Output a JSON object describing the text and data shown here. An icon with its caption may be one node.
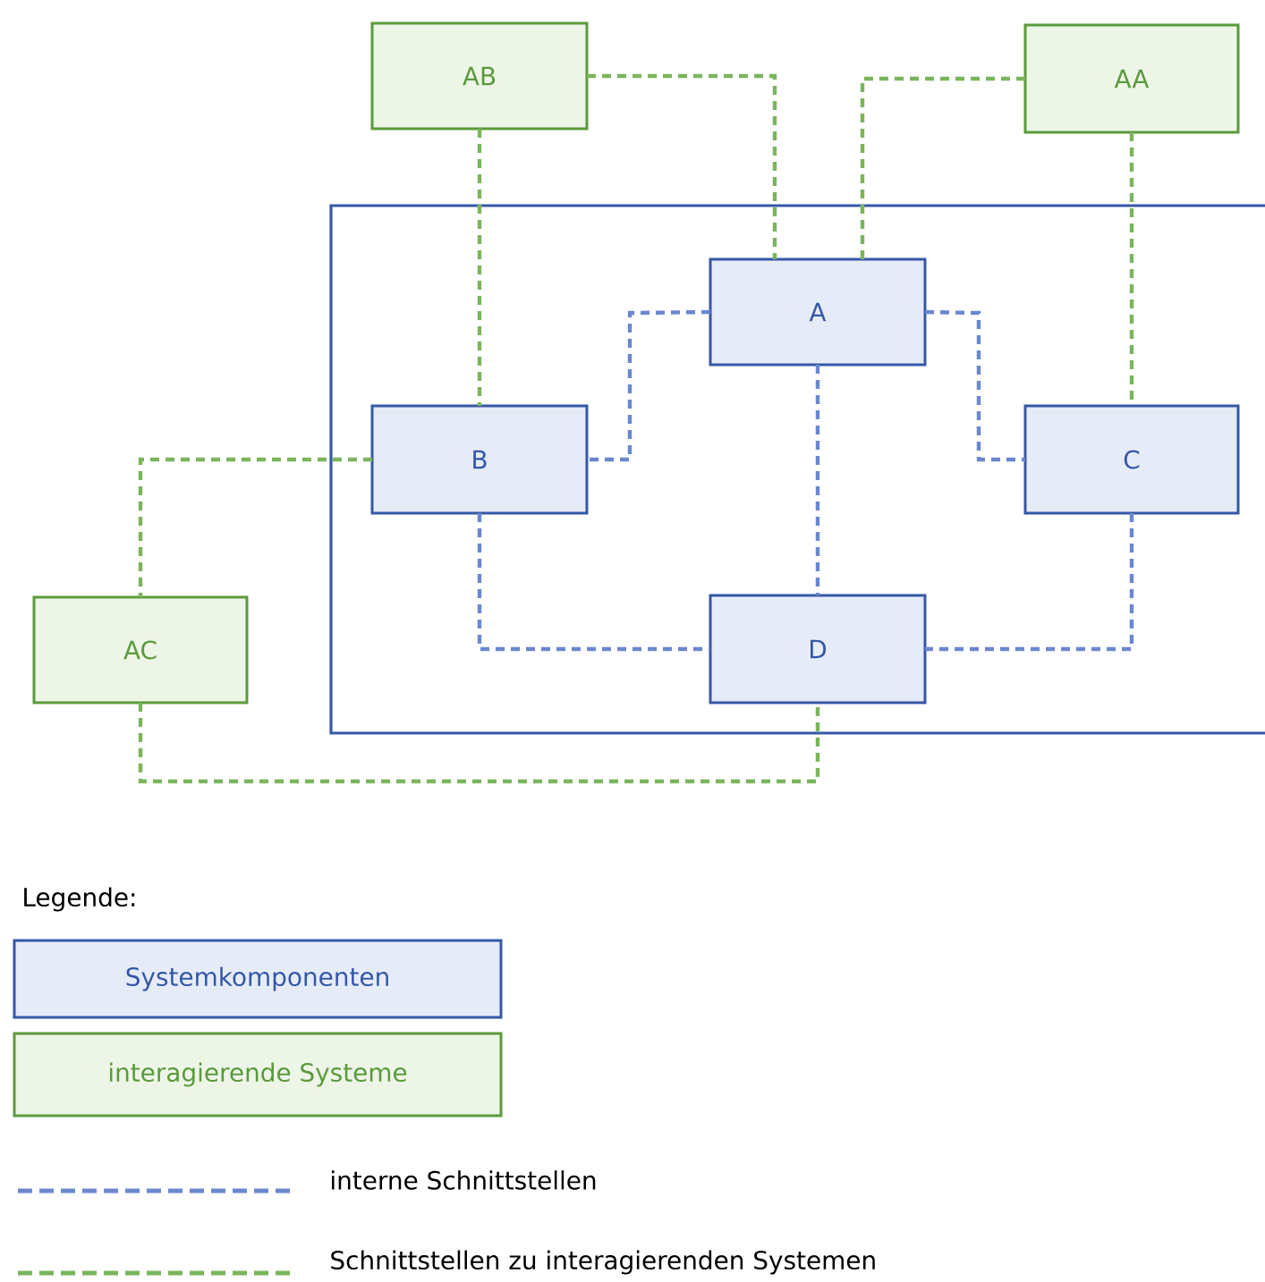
{
  "diagram": {
    "nodes": [
      {
        "text": [
          "AB"
        ]
      },
      {
        "text": [
          "AA"
        ]
      },
      {
        "text": [],
        "shape": "box"
      },
      {
        "text": [
          "A"
        ],
        "in": 2
      },
      {
        "text": [
          "B"
        ],
        "in": 2
      },
      {
        "text": [
          "C"
        ],
        "in": 2
      },
      {
        "text": [
          "AC"
        ]
      },
      {
        "text": [
          "D"
        ],
        "in": 2
      }
    ],
    "edges": [
      {
        "from": 0,
        "to": 3,
        "arrow": "none",
        "style": "dashed",
        "color": "#7ab55c"
      },
      {
        "from": 1,
        "to": 3,
        "arrow": "none",
        "style": "dashed",
        "color": "#7ab55c"
      },
      {
        "from": 0,
        "to": 4,
        "arrow": "none",
        "style": "dashed",
        "color": "#7ab55c"
      },
      {
        "from": 1,
        "to": 5,
        "arrow": "none",
        "style": "dashed",
        "color": "#7ab55c"
      },
      {
        "from": 4,
        "to": 6,
        "arrow": "none",
        "style": "dashed",
        "color": "#7ab55c"
      },
      {
        "from": 6,
        "to": 7,
        "arrow": "none",
        "style": "dashed",
        "color": "#7ab55c"
      },
      {
        "from": 3,
        "to": 4,
        "arrow": "none",
        "style": "dashed",
        "color": "#6b87cf"
      },
      {
        "from": 3,
        "to": 5,
        "arrow": "none",
        "style": "dashed",
        "color": "#6b87cf"
      },
      {
        "from": 3,
        "to": 7,
        "arrow": "none",
        "style": "dashed",
        "color": "#6b87cf"
      },
      {
        "from": 4,
        "to": 7,
        "arrow": "none",
        "style": "dashed",
        "color": "#6b87cf"
      },
      {
        "from": 5,
        "to": 7,
        "arrow": "none",
        "style": "dashed",
        "color": "#6b87cf"
      }
    ],
    "labels": [
      "Legende:"
    ],
    "legend": [
      {
        "text": "Systemkomponenten"
      },
      {
        "text": "interagierende Systeme"
      },
      {
        "text": "interne Schnittstellen"
      },
      {
        "text": "Schnittstellen zu interagierenden Systemen"
      }
    ]
  }
}
